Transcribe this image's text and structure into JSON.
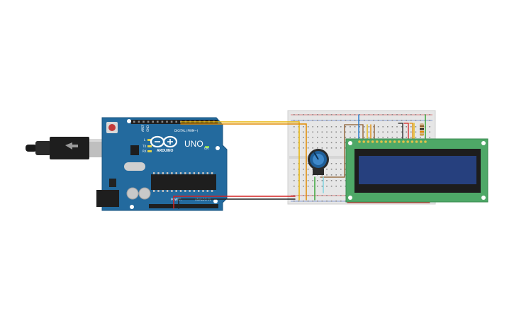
{
  "arduino": {
    "logo_text": "ARDUINO",
    "model": "UNO",
    "digital_header": "DIGITAL (PWM~)",
    "power_header": "POWER",
    "analog_header": "ANALOG IN",
    "on_label": "ON",
    "tx_label": "TX",
    "rx_label": "RX",
    "l_label": "L",
    "aref_label": "AREF",
    "gnd_label": "GND"
  },
  "colors": {
    "arduino_board": "#236a9e",
    "lcd_pcb": "#4ea867",
    "lcd_screen": "#26407e",
    "breadboard": "#e6e6e6",
    "wire_yellow": "#e8b400",
    "wire_orange": "#e08a00",
    "wire_red": "#d32121",
    "wire_black": "#222222",
    "wire_green": "#3aa53a",
    "wire_blue": "#2a7fd0",
    "wire_brown": "#8a5a2a",
    "potentiometer": "#1f5f99"
  }
}
